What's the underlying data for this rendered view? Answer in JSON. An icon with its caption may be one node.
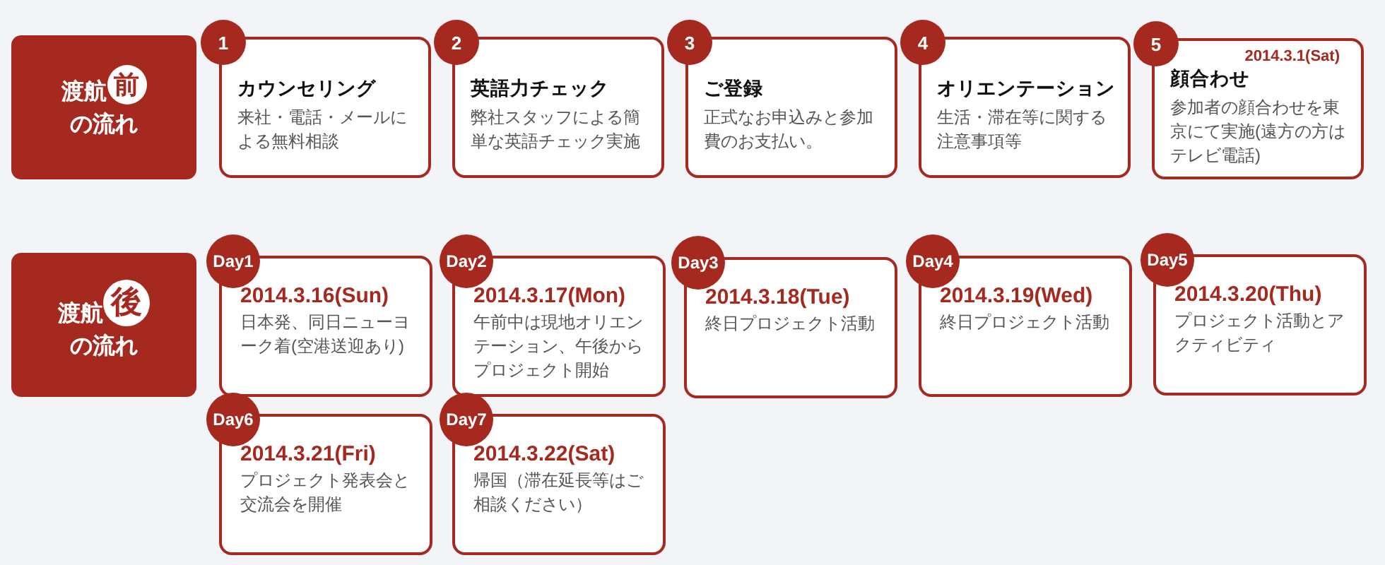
{
  "diagram": {
    "nodes": [
      {
        "text": [
          "渡航",
          "の流れ"
        ]
      },
      {
        "text": [
          "前"
        ],
        "in": 0
      },
      {
        "text": [
          "1"
        ]
      },
      {
        "text": [
          "カウンセリング",
          "来社・電話・メールによる無料相談"
        ]
      },
      {
        "text": [
          "2"
        ]
      },
      {
        "text": [
          "英語力チェック",
          "弊社スタッフによる簡単な英語チェック実施"
        ]
      },
      {
        "text": [
          "3"
        ]
      },
      {
        "text": [
          "ご登録",
          "正式なお申込みと参加費のお支払い。"
        ]
      },
      {
        "text": [
          "4"
        ]
      },
      {
        "text": [
          "オリエンテーション",
          "生活・滞在等に関する注意事項等"
        ]
      },
      {
        "text": [
          "5"
        ]
      },
      {
        "text": [
          "2014.3.1(Sat)",
          "顔合わせ",
          "参加者の顔合わせを東京にて実施(遠方の方はテレビ電話)"
        ]
      },
      {
        "text": [
          "渡航",
          "の流れ"
        ]
      },
      {
        "text": [
          "後"
        ],
        "in": 12
      },
      {
        "text": [
          "Day1"
        ]
      },
      {
        "text": [
          "2014.3.16(Sun)",
          "日本発、同日ニューヨーク着(空港送迎あり)"
        ]
      },
      {
        "text": [
          "Day2"
        ]
      },
      {
        "text": [
          "2014.3.17(Mon)",
          "午前中は現地オリエンテーション、午後からプロジェクト開始"
        ]
      },
      {
        "text": [
          "Day3"
        ]
      },
      {
        "text": [
          "2014.3.18(Tue)",
          "終日プロジェクト活動"
        ]
      },
      {
        "text": [
          "Day4"
        ]
      },
      {
        "text": [
          "2014.3.19(Wed)",
          "終日プロジェクト活動"
        ]
      },
      {
        "text": [
          "Day5"
        ]
      },
      {
        "text": [
          "2014.3.20(Thu)",
          "プロジェクト活動とアクティビティ"
        ]
      },
      {
        "text": [
          "Day6"
        ]
      },
      {
        "text": [
          "2014.3.21(Fri)",
          "プロジェクト発表会と交流会を開催"
        ]
      },
      {
        "text": [
          "Day7"
        ]
      },
      {
        "text": [
          "2014.3.22(Sat)",
          "帰国（滞在延長等はご相談ください）"
        ]
      }
    ]
  }
}
